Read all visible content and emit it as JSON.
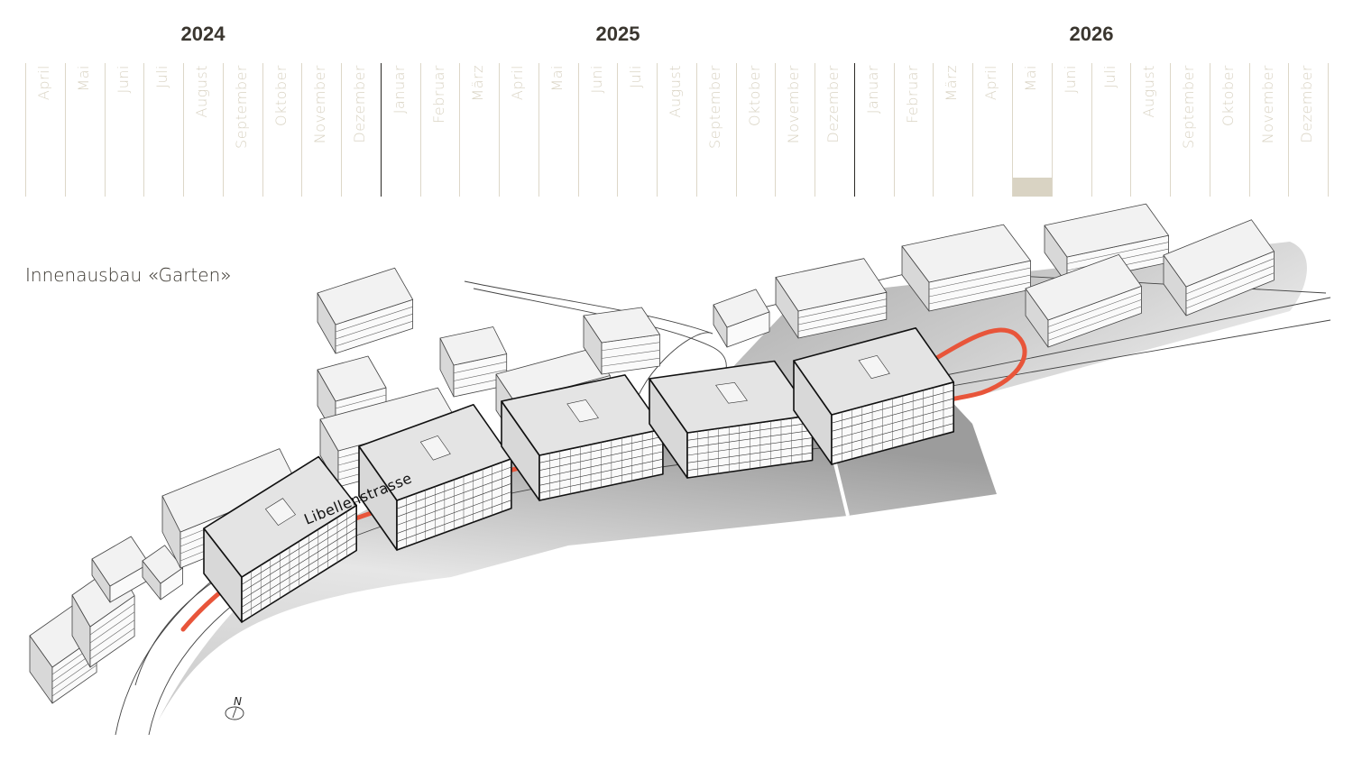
{
  "timeline": {
    "years": [
      {
        "label": "2024",
        "months": [
          "April",
          "Mai",
          "Juni",
          "Juli",
          "August",
          "September",
          "Oktober",
          "November",
          "Dezember"
        ]
      },
      {
        "label": "2025",
        "months": [
          "Januar",
          "Februar",
          "März",
          "April",
          "Mai",
          "Juni",
          "Juli",
          "August",
          "September",
          "Oktober",
          "November",
          "Dezember"
        ]
      },
      {
        "label": "2026",
        "months": [
          "Januar",
          "Februar",
          "März",
          "April",
          "Mai",
          "Juni",
          "Juli",
          "August",
          "September",
          "Oktober",
          "November",
          "Dezember"
        ]
      }
    ],
    "current_month": {
      "year": "2026",
      "month": "Mai"
    },
    "highlight_color": "#d9d3c3"
  },
  "phase": {
    "title": "Innenausbau «Garten»"
  },
  "map": {
    "street_label": "Libellenstrasse",
    "north_label": "N",
    "route_color": "#e8553a"
  }
}
